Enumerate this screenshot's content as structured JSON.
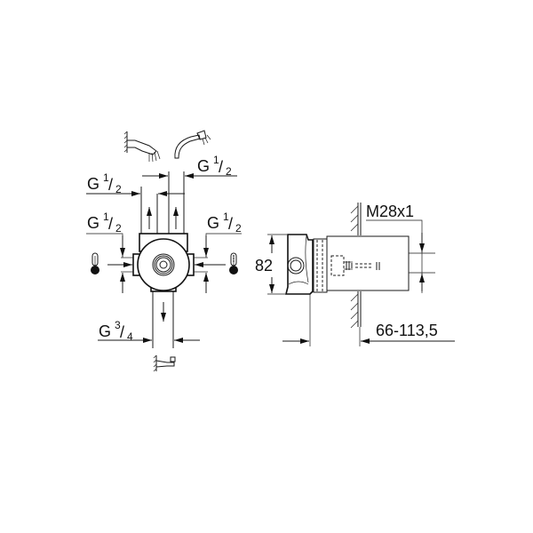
{
  "diagram": {
    "type": "technical-drawing",
    "subject": "concealed shower mixer body with dimensions",
    "front_view": {
      "top_outlet_labels": [
        {
          "prefix": "G",
          "num": "1",
          "den": "2"
        },
        {
          "prefix": "G",
          "num": "1",
          "den": "2"
        }
      ],
      "left_inlet_label": {
        "prefix": "G",
        "num": "1",
        "den": "2"
      },
      "right_inlet_label": {
        "prefix": "G",
        "num": "1",
        "den": "2"
      },
      "bottom_outlet_label": {
        "prefix": "G",
        "num": "3",
        "den": "4"
      },
      "icons": {
        "top_left": "wall-shower-head-icon",
        "top_right": "hand-shower-icon",
        "left": "cold-thermometer-icon",
        "right": "hot-thermometer-icon",
        "bottom": "bath-spout-icon"
      }
    },
    "side_view": {
      "height_dimension": "82",
      "thread_dimension": "M28x1",
      "depth_dimension": "66-113,5"
    },
    "colors": {
      "line": "#1a1a1a",
      "background": "#ffffff"
    }
  }
}
